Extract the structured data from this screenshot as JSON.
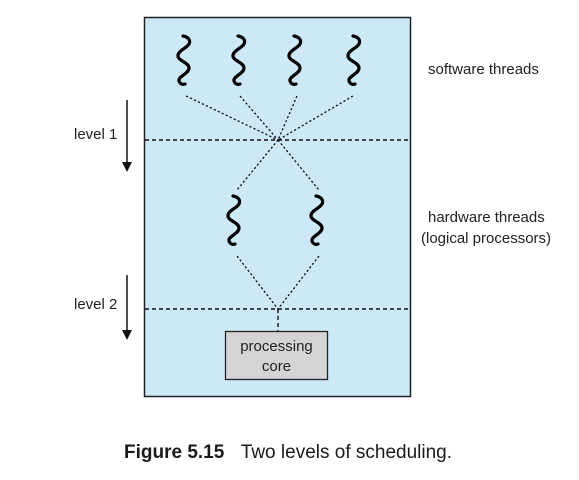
{
  "diagram": {
    "labels": {
      "software_threads": "software threads",
      "hardware_threads_line1": "hardware threads",
      "hardware_threads_line2": "(logical processors)",
      "level1": "level 1",
      "level2": "level 2",
      "core_line1": "processing",
      "core_line2": "core"
    },
    "colors": {
      "panel_fill": "#cde9f8",
      "panel_border": "#222222",
      "core_fill": "#d4d4d4",
      "line": "#111111"
    },
    "icons": {
      "thread": "squiggle-thread-icon",
      "arrow": "down-arrow-icon"
    }
  },
  "caption": {
    "number": "Figure 5.15",
    "text": "Two levels of scheduling."
  }
}
